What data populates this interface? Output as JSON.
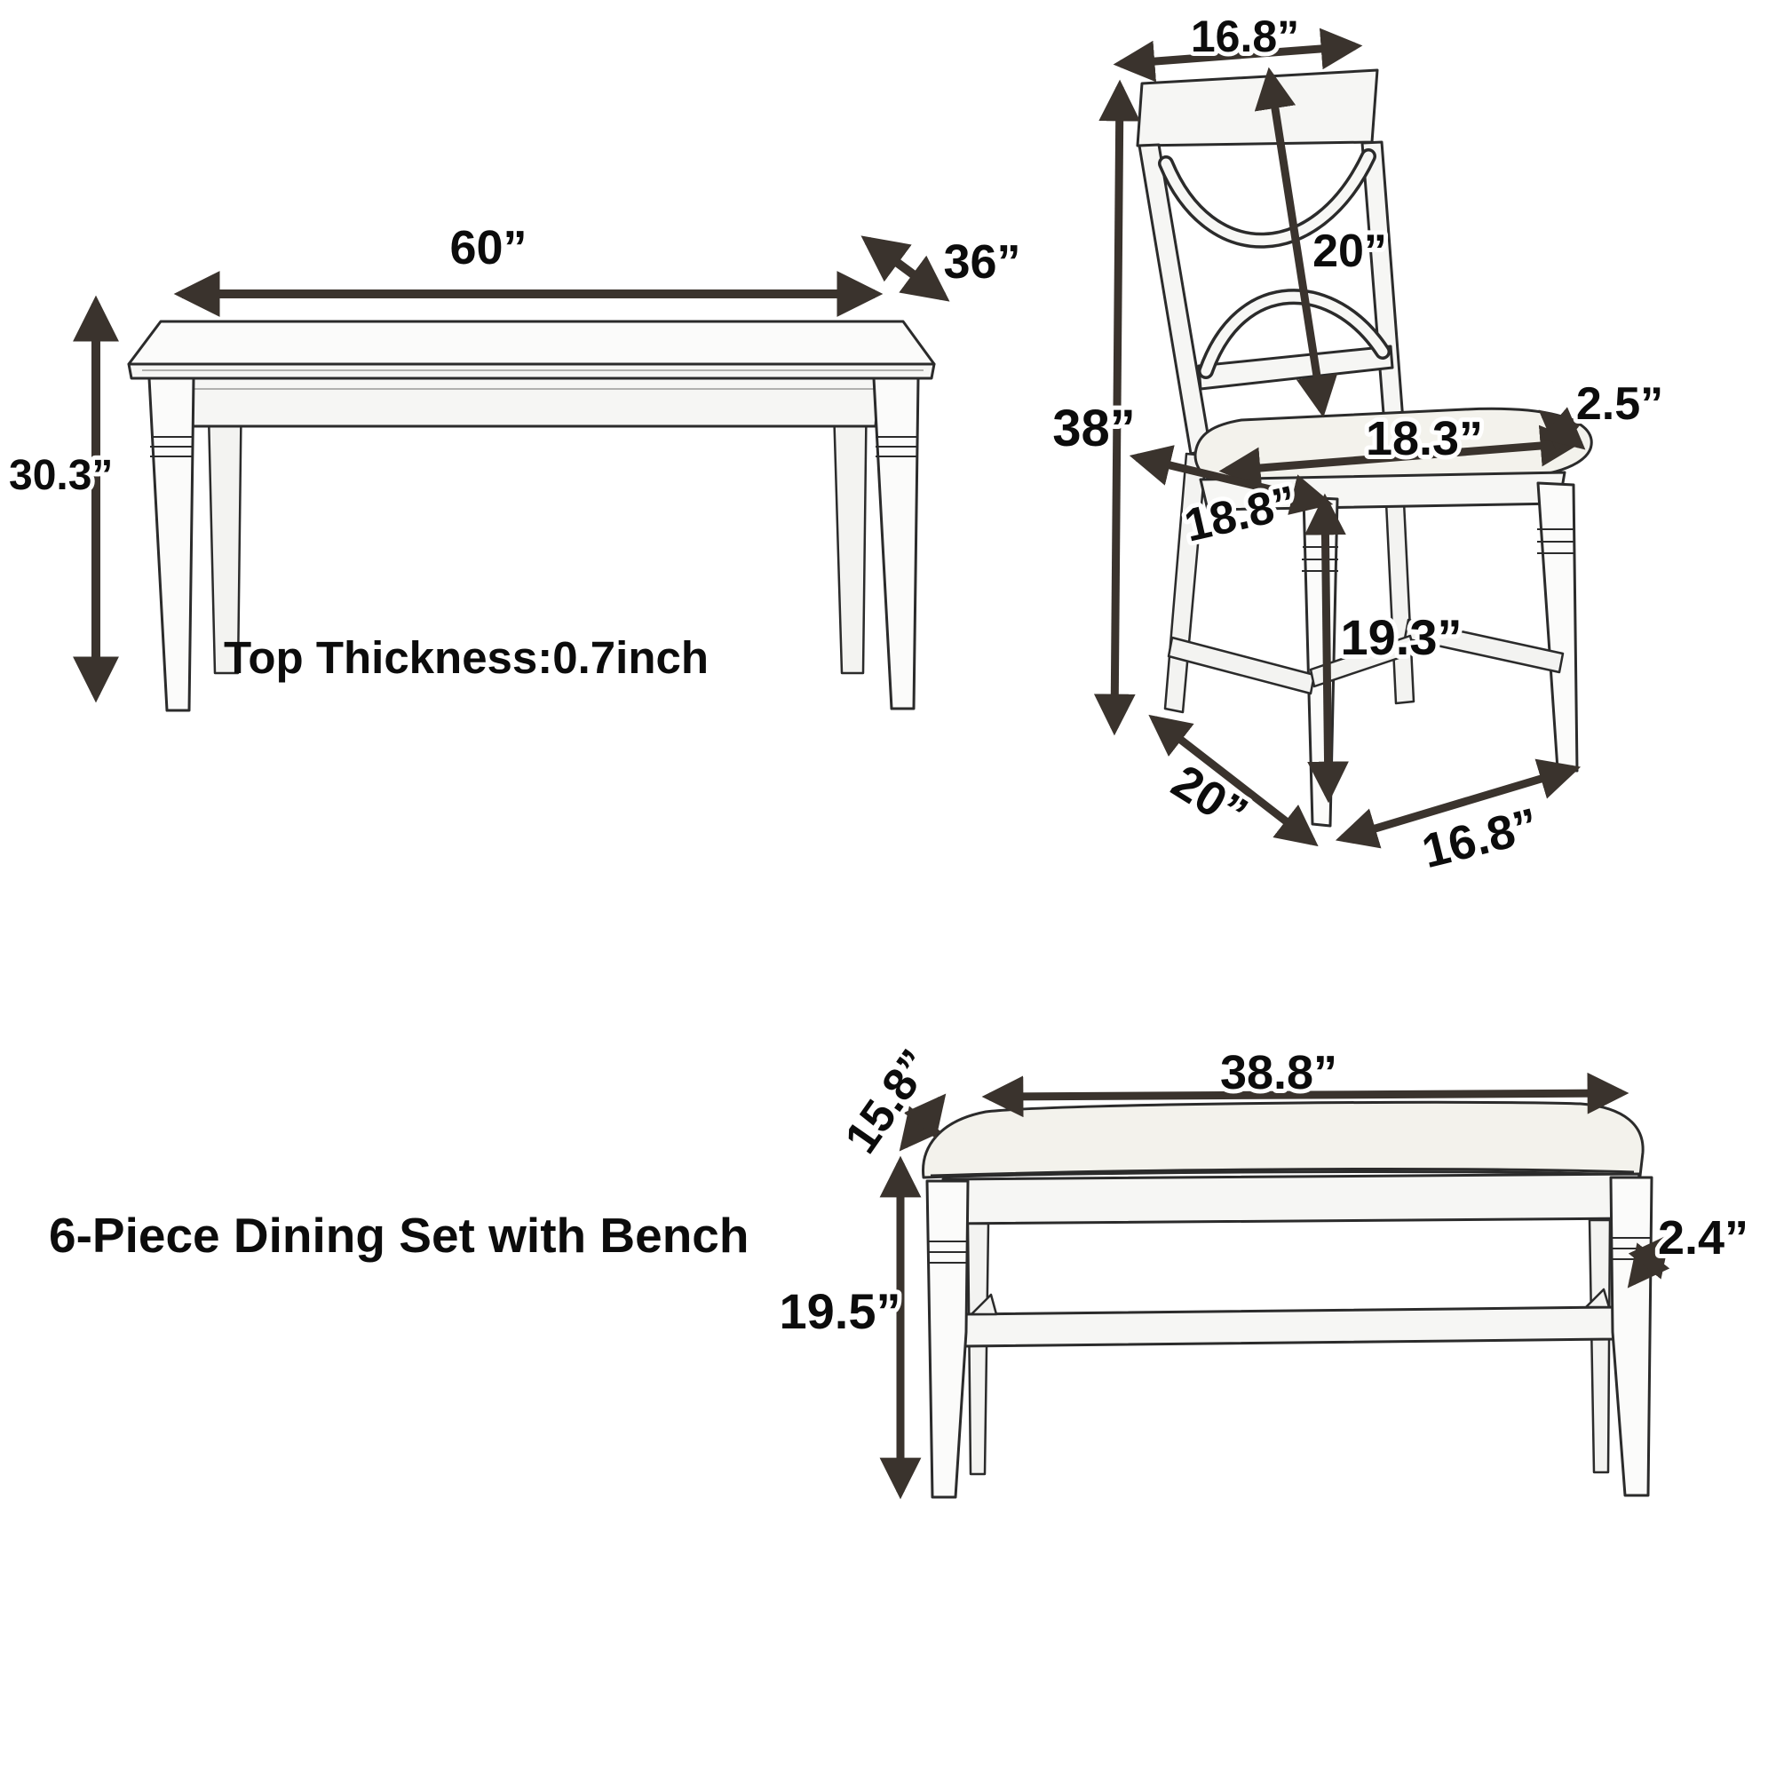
{
  "caption": "6-Piece Dining Set with Bench",
  "colors": {
    "background": "#ffffff",
    "line": "#2b2b2b",
    "arrow": "#3a332d",
    "cushion_fill": "#f3f2ec",
    "label_text": "#0c0c0c"
  },
  "table": {
    "name": "dining-table",
    "note": "Top Thickness:0.7inch",
    "width": "60”",
    "depth": "36”",
    "height": "30.3”"
  },
  "chair": {
    "name": "dining-chair",
    "back_width": "16.8”",
    "back_length": "20”",
    "total_height": "38”",
    "seat_width": "18.3”",
    "cushion_thickness": "2.5”",
    "seat_depth": "18.8”",
    "seat_height": "19.3”",
    "base_depth": "20”",
    "base_width": "16.8”"
  },
  "bench": {
    "name": "dining-bench",
    "width": "38.8”",
    "depth": "15.8”",
    "cushion_thickness": "2.4”",
    "height": "19.5”"
  }
}
